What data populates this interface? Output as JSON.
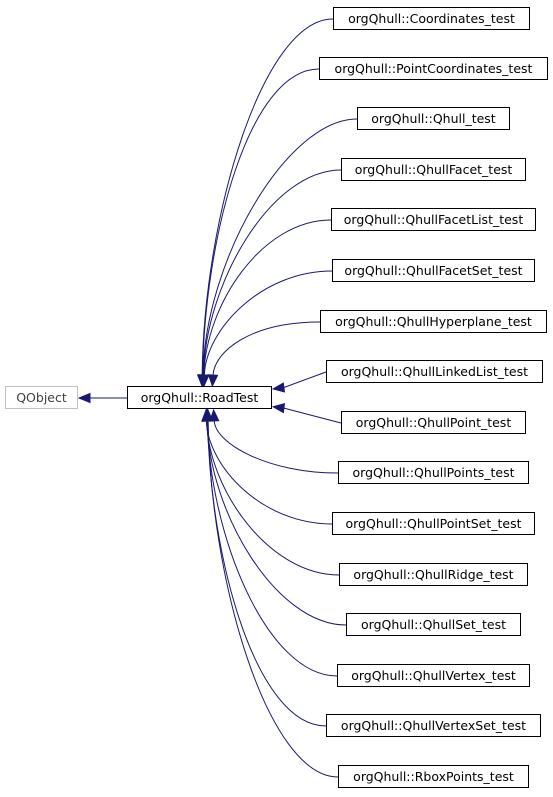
{
  "colors": {
    "edge": "#191970",
    "node_border": "#000000",
    "base_border": "#bfbfbf"
  },
  "base": {
    "label": "QObject"
  },
  "center": {
    "label": "orgQhull::RoadTest"
  },
  "derived": [
    {
      "label": "orgQhull::Coordinates_test"
    },
    {
      "label": "orgQhull::PointCoordinates_test"
    },
    {
      "label": "orgQhull::Qhull_test"
    },
    {
      "label": "orgQhull::QhullFacet_test"
    },
    {
      "label": "orgQhull::QhullFacetList_test"
    },
    {
      "label": "orgQhull::QhullFacetSet_test"
    },
    {
      "label": "orgQhull::QhullHyperplane_test"
    },
    {
      "label": "orgQhull::QhullLinkedList_test"
    },
    {
      "label": "orgQhull::QhullPoint_test"
    },
    {
      "label": "orgQhull::QhullPoints_test"
    },
    {
      "label": "orgQhull::QhullPointSet_test"
    },
    {
      "label": "orgQhull::QhullRidge_test"
    },
    {
      "label": "orgQhull::QhullSet_test"
    },
    {
      "label": "orgQhull::QhullVertex_test"
    },
    {
      "label": "orgQhull::QhullVertexSet_test"
    },
    {
      "label": "orgQhull::RboxPoints_test"
    }
  ]
}
